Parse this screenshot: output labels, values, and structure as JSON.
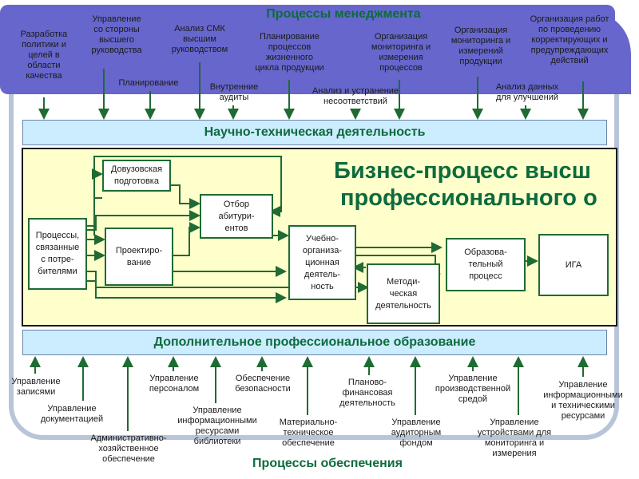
{
  "management": {
    "title": "Процессы менеджмента",
    "items": [
      "Разработка\nполитики и\nцелей в\nобласти\nкачества",
      "Управление\nсо стороны\nвысшего\nруководства",
      "Планирование",
      "Анализ СМК\nвысшим\nруководством",
      "Внутренние\nаудиты",
      "Планирование\nпроцессов\nжизненного\nцикла продукции",
      "Анализ и устранение\nнесоответствий",
      "Организация\nмониторинга и\nизмерения\nпроцессов",
      "Организация\nмониторинга и\nизмерений\nпродукции",
      "Анализ данных\nдля улучшений",
      "Организация работ\nпо проведению\nкорректирующих и\nпредупреждающих\nдействий"
    ]
  },
  "bands": {
    "science": "Научно-техническая деятельность",
    "additional": "Дополнительное профессиональное образование"
  },
  "core": {
    "title_line1": "Бизнес-процесс высш",
    "title_line2": "профессионального о",
    "boxes": {
      "customer": "Процессы,\nсвязанные\nс потре-\nбителями",
      "preuni": "Довузовская\nподготовка",
      "design": "Проектиро-\nвание",
      "selection": "Отбор\nабитури-\nентов",
      "educational": "Учебно-\nорганиза-\nционная\nдеятель-\nность",
      "methodical": "Методи-\nческая\nдеятельность",
      "educational_process": "Образова-\nтельный\nпроцесс",
      "iga": "ИГА"
    }
  },
  "support": {
    "title": "Процессы обеспечения",
    "items": [
      "Управление\nзаписями",
      "Управление\nдокументацией",
      "Административно-\nхозяйственное\nобеспечение",
      "Управление\nперсоналом",
      "Управление\nинформационными\nресурсами\nбиблиотеки",
      "Обеспечение\nбезопасности",
      "Материально-\nтехническое\nобеспечение",
      "Планово-\nфинансовая\nдеятельность",
      "Управление\nаудиторным\nфондом",
      "Управление\nпроизводственной\nсредой",
      "Управление\nустройствами для\nмониторинга и\nизмерения",
      "Управление\nинформационными\nи техническими\nресурсами"
    ]
  },
  "colors": {
    "management_band": "#6666cc",
    "info_band": "#ccecff",
    "core_panel": "#ffffcc",
    "accent_text": "#0d6b3d",
    "arrows": "#1f6b33",
    "frame": "#b8c4d8"
  }
}
